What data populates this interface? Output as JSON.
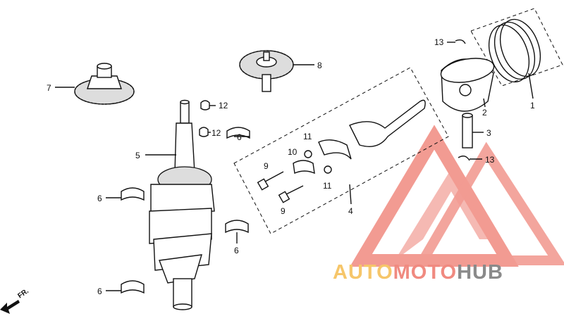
{
  "diagram": {
    "callouts": [
      {
        "id": "c1",
        "text": "1"
      },
      {
        "id": "c2",
        "text": "2"
      },
      {
        "id": "c3",
        "text": "3"
      },
      {
        "id": "c4",
        "text": "4"
      },
      {
        "id": "c5",
        "text": "5"
      },
      {
        "id": "c6a",
        "text": "6"
      },
      {
        "id": "c6b",
        "text": "6"
      },
      {
        "id": "c6c",
        "text": "6"
      },
      {
        "id": "c6d",
        "text": "6"
      },
      {
        "id": "c7",
        "text": "7"
      },
      {
        "id": "c8",
        "text": "8"
      },
      {
        "id": "c9a",
        "text": "9"
      },
      {
        "id": "c9b",
        "text": "9"
      },
      {
        "id": "c10",
        "text": "10"
      },
      {
        "id": "c11a",
        "text": "11"
      },
      {
        "id": "c11b",
        "text": "11"
      },
      {
        "id": "c12a",
        "text": "12"
      },
      {
        "id": "c12b",
        "text": "12"
      },
      {
        "id": "c13a",
        "text": "13"
      },
      {
        "id": "c13b",
        "text": "13"
      }
    ],
    "direction_label": "FR.",
    "watermark": {
      "part1": "AUTO",
      "part2": "MOTO",
      "part3": "HUB",
      "colors": {
        "auto": "#f6c66a",
        "moto": "#f08a80",
        "hub": "#8a8a8a",
        "logo": "#f08a80"
      }
    }
  }
}
